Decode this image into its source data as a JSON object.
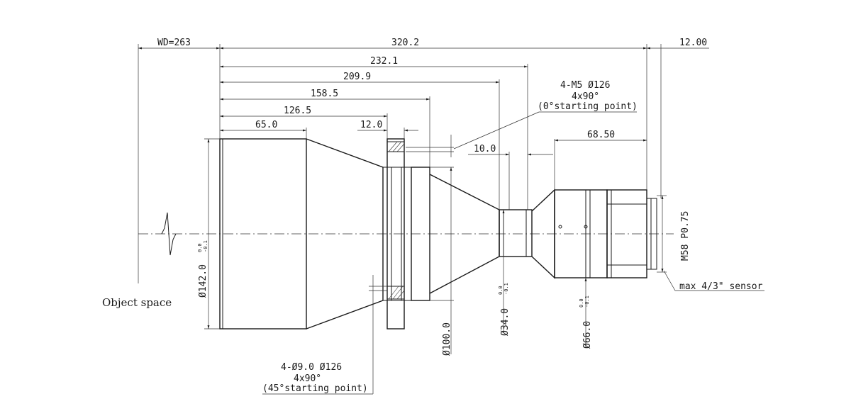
{
  "dims": {
    "wd": "WD=263",
    "total": "320.2",
    "d232": "232.1",
    "d209": "209.9",
    "d158": "158.5",
    "d126": "126.5",
    "d65": "65.0",
    "d12a": "12.0",
    "d10": "10.0",
    "d68": "68.50",
    "d12b": "12.00",
    "dia142": "Ø142.0",
    "dia100": "Ø100.0",
    "dia34": "Ø34.0",
    "dia66": "Ø66.0",
    "thread": "M58 P0.75",
    "tol_hi": "0.0",
    "tol_lo": "-0.1"
  },
  "notes": {
    "top_line1": "4-M5 Ø126",
    "top_line2": "4x90°",
    "top_line3": "(0°starting point)",
    "bottom_line1": "4-Ø9.0 Ø126",
    "bottom_line2": "4x90°",
    "bottom_line3": "(45°starting point)",
    "sensor": "max 4/3\" sensor",
    "object_space": "Object space"
  }
}
